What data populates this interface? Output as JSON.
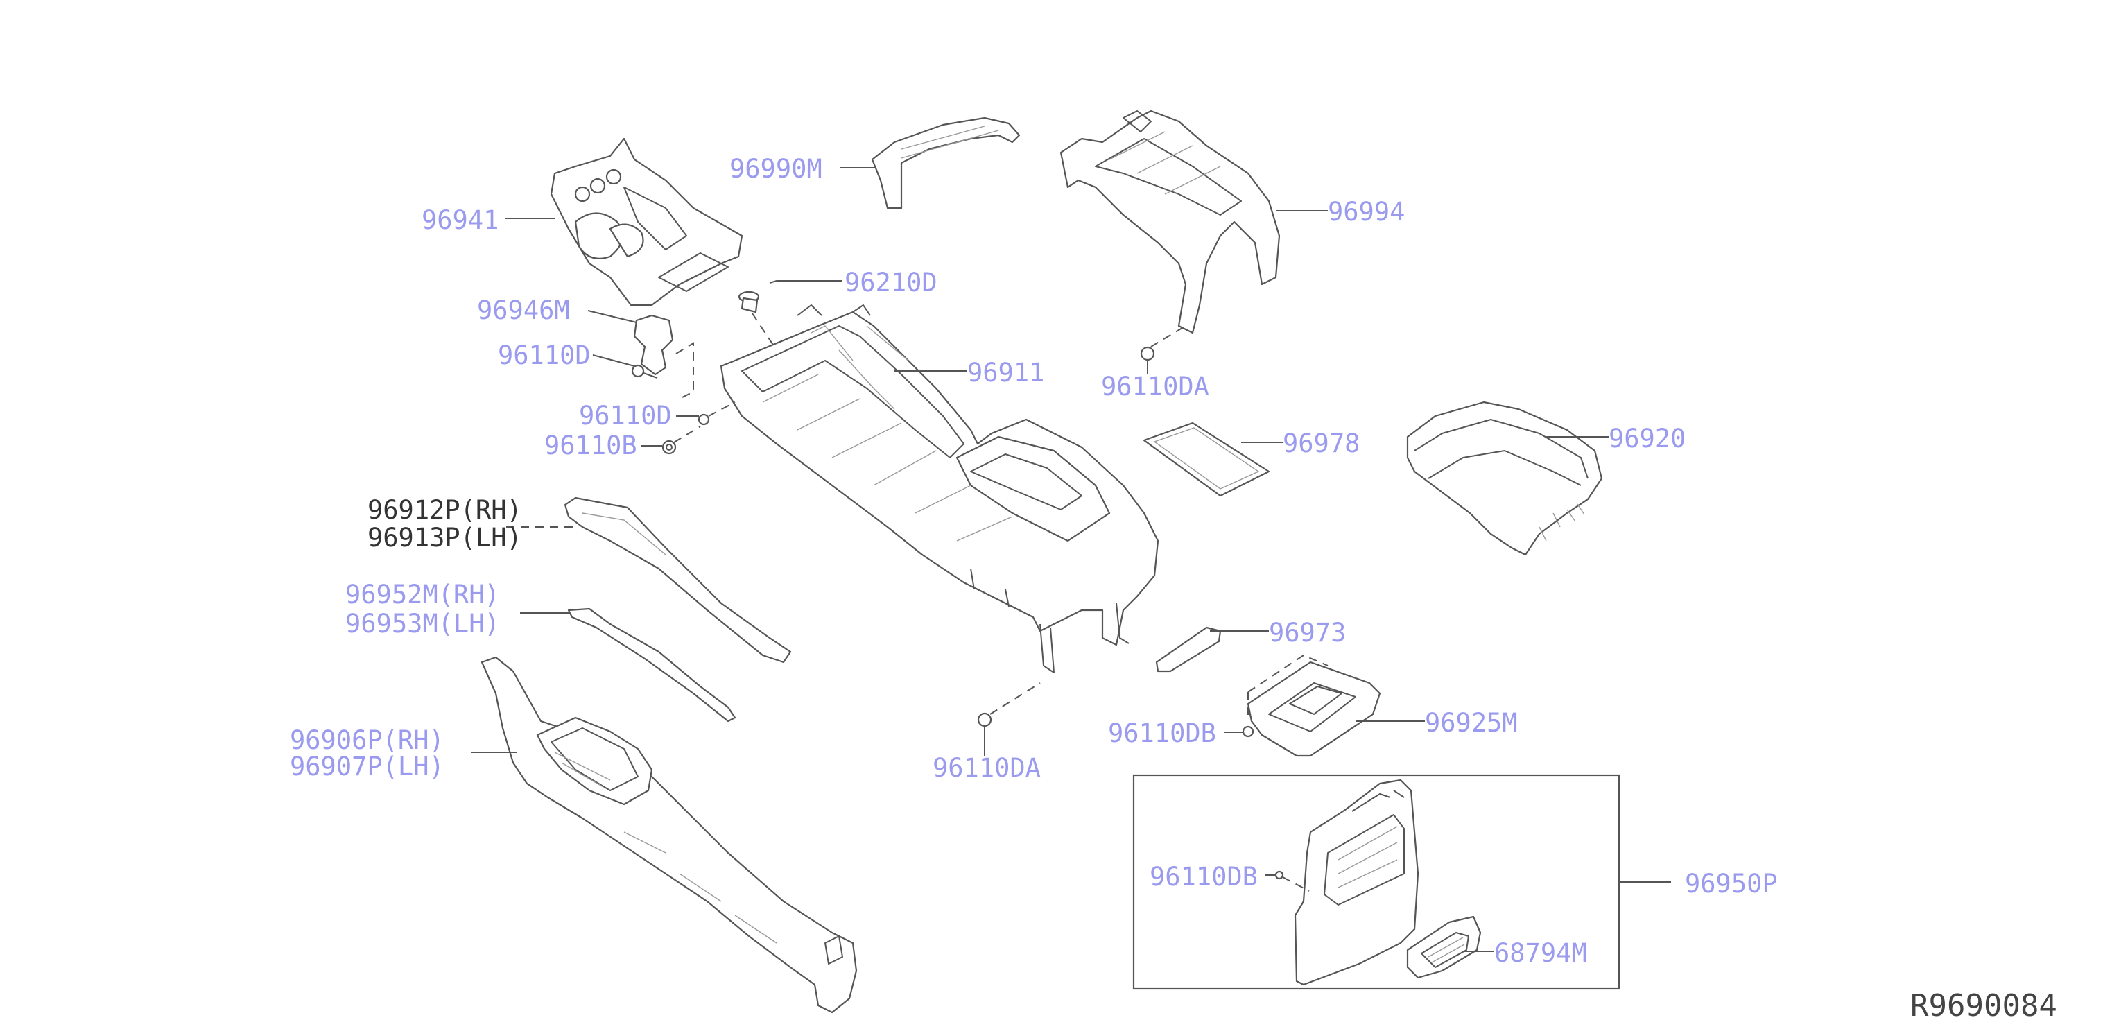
{
  "diagram_code": "R9690084",
  "callouts": {
    "p96990M": "96990M",
    "p96994": "96994",
    "p96941": "96941",
    "p96210D": "96210D",
    "p96946M": "96946M",
    "p96110D_a": "96110D",
    "p96911": "96911",
    "p96110DA_a": "96110DA",
    "p96110D_b": "96110D",
    "p96110B": "96110B",
    "p96978": "96978",
    "p96920": "96920",
    "p96912P_rh": "96912P(RH)",
    "p96913P_lh": "96913P(LH)",
    "p96952M_rh": "96952M(RH)",
    "p96953M_lh": "96953M(LH)",
    "p96973": "96973",
    "p96906P_rh": "96906P(RH)",
    "p96907P_lh": "96907P(LH)",
    "p96110DB_a": "96110DB",
    "p96925M": "96925M",
    "p96110DA_b": "96110DA",
    "p96110DB_b": "96110DB",
    "p96950P": "96950P",
    "p68794M": "68794M"
  },
  "colors": {
    "callout_text": "#9a9aee",
    "line_art": "#555555",
    "background": "#ffffff"
  }
}
